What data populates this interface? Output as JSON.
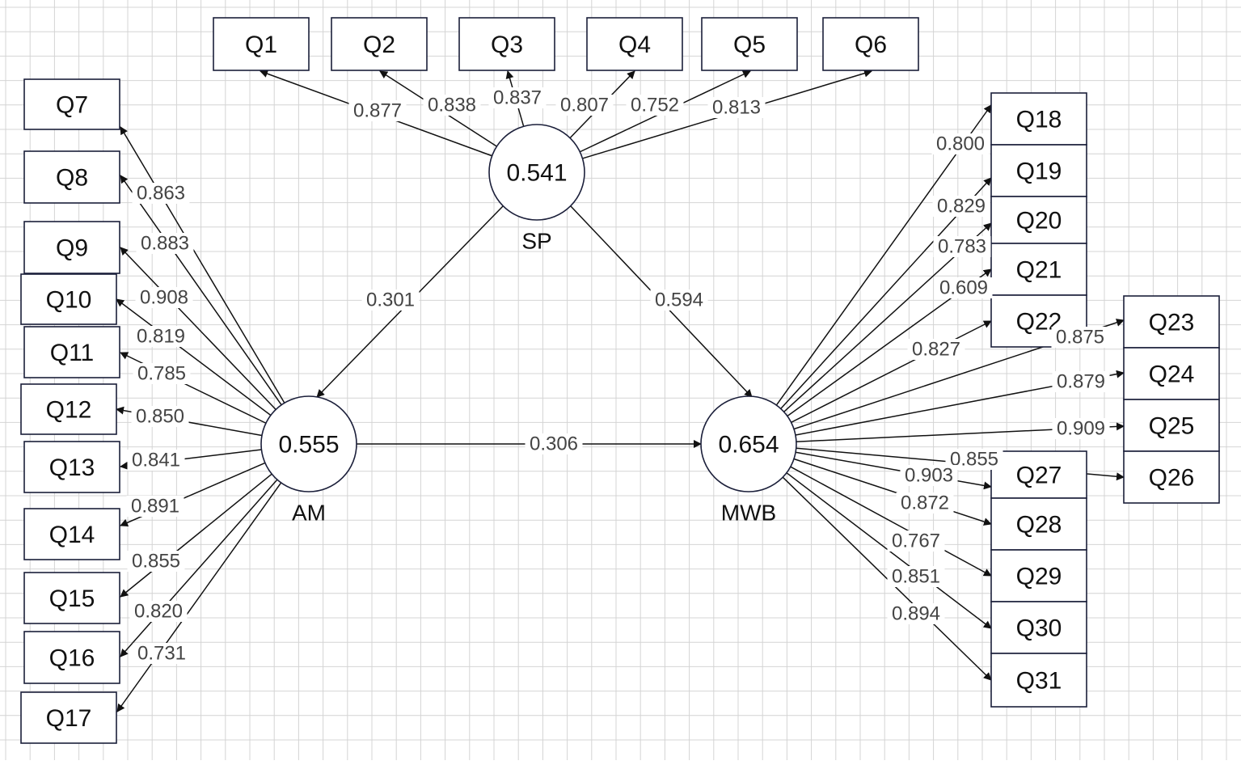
{
  "colors": {
    "grid": "#d4d4d4",
    "stroke": "#1b1f3a",
    "text": "#111111",
    "edge_label": "#444444"
  },
  "constructs": {
    "SP": {
      "label": "SP",
      "value": "0.541"
    },
    "AM": {
      "label": "AM",
      "value": "0.555"
    },
    "MWB": {
      "label": "MWB",
      "value": "0.654"
    }
  },
  "items": {
    "Q1": "Q1",
    "Q2": "Q2",
    "Q3": "Q3",
    "Q4": "Q4",
    "Q5": "Q5",
    "Q6": "Q6",
    "Q7": "Q7",
    "Q8": "Q8",
    "Q9": "Q9",
    "Q10": "Q10",
    "Q11": "Q11",
    "Q12": "Q12",
    "Q13": "Q13",
    "Q14": "Q14",
    "Q15": "Q15",
    "Q16": "Q16",
    "Q17": "Q17",
    "Q18": "Q18",
    "Q19": "Q19",
    "Q20": "Q20",
    "Q21": "Q21",
    "Q22": "Q22",
    "Q23": "Q23",
    "Q24": "Q24",
    "Q25": "Q25",
    "Q26": "Q26",
    "Q27": "Q27",
    "Q28": "Q28",
    "Q29": "Q29",
    "Q30": "Q30",
    "Q31": "Q31"
  },
  "paths": [
    {
      "from": "SP",
      "to": "AM",
      "coef": "0.301"
    },
    {
      "from": "SP",
      "to": "MWB",
      "coef": "0.594"
    },
    {
      "from": "AM",
      "to": "MWB",
      "coef": "0.306"
    }
  ],
  "loadings": [
    {
      "construct": "SP",
      "item": "Q1",
      "value": "0.877"
    },
    {
      "construct": "SP",
      "item": "Q2",
      "value": "0.838"
    },
    {
      "construct": "SP",
      "item": "Q3",
      "value": "0.837"
    },
    {
      "construct": "SP",
      "item": "Q4",
      "value": "0.807"
    },
    {
      "construct": "SP",
      "item": "Q5",
      "value": "0.752"
    },
    {
      "construct": "SP",
      "item": "Q6",
      "value": "0.813"
    },
    {
      "construct": "AM",
      "item": "Q7",
      "value": "0.863"
    },
    {
      "construct": "AM",
      "item": "Q8",
      "value": "0.883"
    },
    {
      "construct": "AM",
      "item": "Q9",
      "value": "0.908"
    },
    {
      "construct": "AM",
      "item": "Q10",
      "value": "0.819"
    },
    {
      "construct": "AM",
      "item": "Q11",
      "value": "0.785"
    },
    {
      "construct": "AM",
      "item": "Q12",
      "value": "0.850"
    },
    {
      "construct": "AM",
      "item": "Q13",
      "value": "0.841"
    },
    {
      "construct": "AM",
      "item": "Q14",
      "value": "0.891"
    },
    {
      "construct": "AM",
      "item": "Q15",
      "value": "0.855"
    },
    {
      "construct": "AM",
      "item": "Q16",
      "value": "0.820"
    },
    {
      "construct": "AM",
      "item": "Q17",
      "value": "0.731"
    },
    {
      "construct": "MWB",
      "item": "Q18",
      "value": "0.800"
    },
    {
      "construct": "MWB",
      "item": "Q19",
      "value": "0.829"
    },
    {
      "construct": "MWB",
      "item": "Q20",
      "value": "0.783"
    },
    {
      "construct": "MWB",
      "item": "Q21",
      "value": "0.609"
    },
    {
      "construct": "MWB",
      "item": "Q22",
      "value": "0.827"
    },
    {
      "construct": "MWB",
      "item": "Q23",
      "value": "0.875"
    },
    {
      "construct": "MWB",
      "item": "Q24",
      "value": "0.879"
    },
    {
      "construct": "MWB",
      "item": "Q25",
      "value": "0.909"
    },
    {
      "construct": "MWB",
      "item": "Q26",
      "value": "0.855"
    },
    {
      "construct": "MWB",
      "item": "Q27",
      "value": "0.903"
    },
    {
      "construct": "MWB",
      "item": "Q28",
      "value": "0.872"
    },
    {
      "construct": "MWB",
      "item": "Q29",
      "value": "0.767"
    },
    {
      "construct": "MWB",
      "item": "Q30",
      "value": "0.851"
    },
    {
      "construct": "MWB",
      "item": "Q31",
      "value": "0.894"
    }
  ]
}
